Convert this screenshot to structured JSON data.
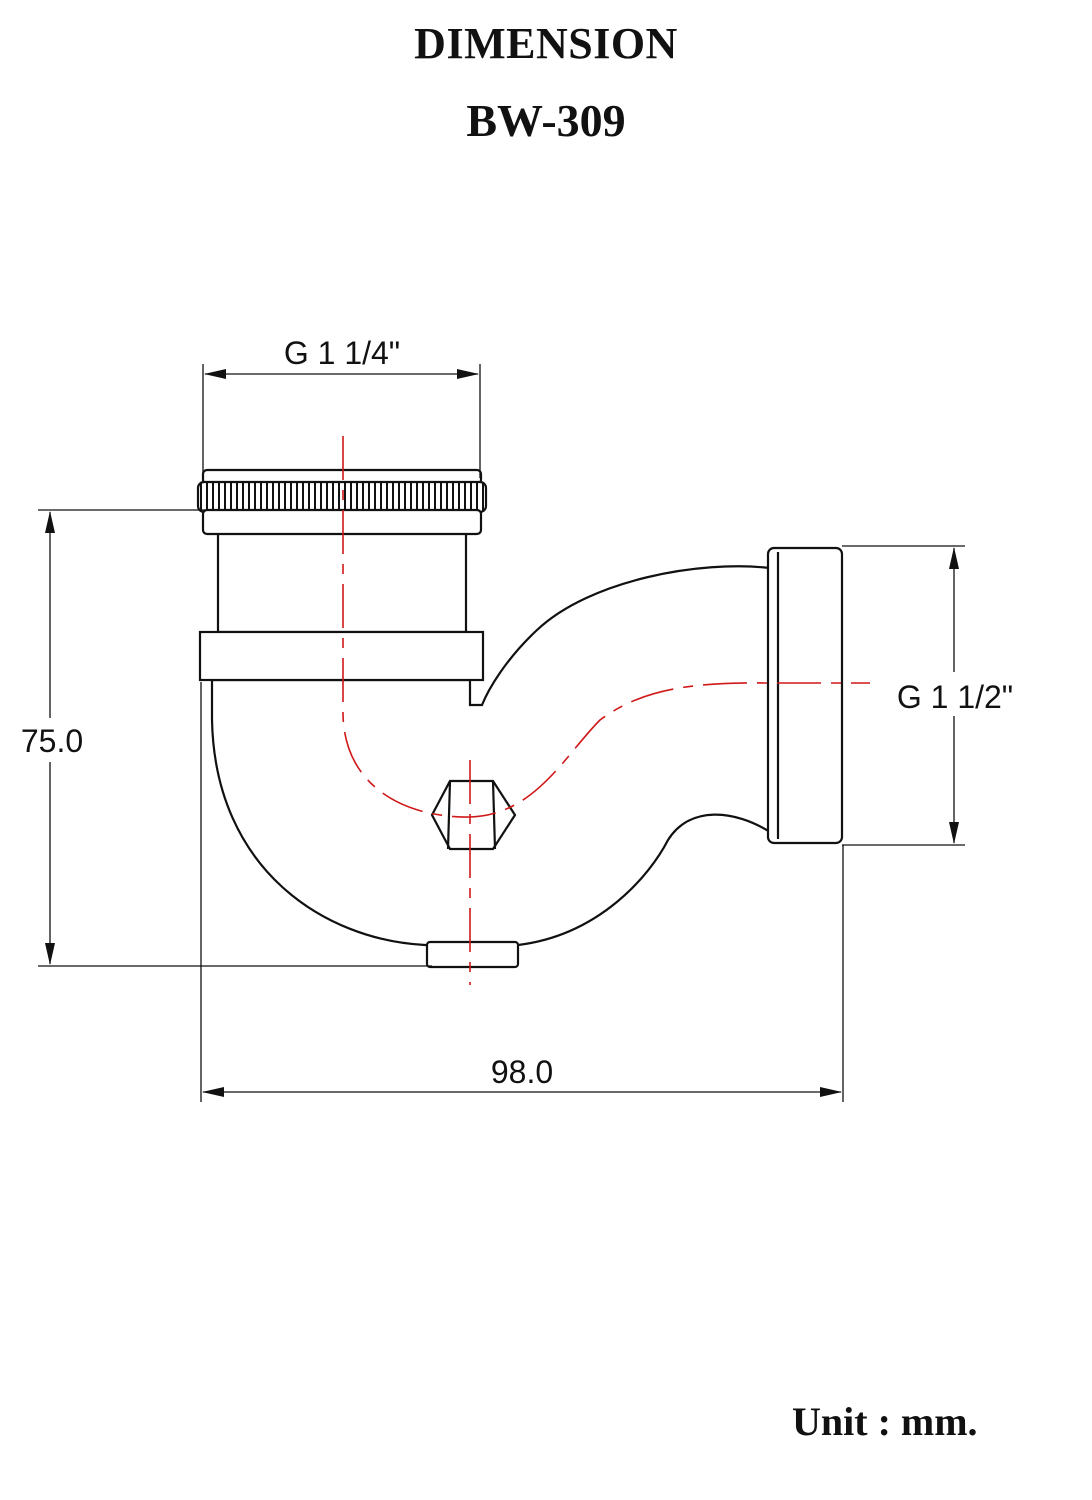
{
  "header": {
    "title": "DIMENSION",
    "model": "BW-309"
  },
  "dimensions": {
    "inlet_thread": "G 1 1/4\"",
    "outlet_thread": "G 1 1/2\"",
    "height": "75.0",
    "width": "98.0"
  },
  "footer": {
    "unit_label": "Unit : mm."
  },
  "colors": {
    "outline": "#111111",
    "centerline": "#d01818",
    "background": "#ffffff"
  }
}
